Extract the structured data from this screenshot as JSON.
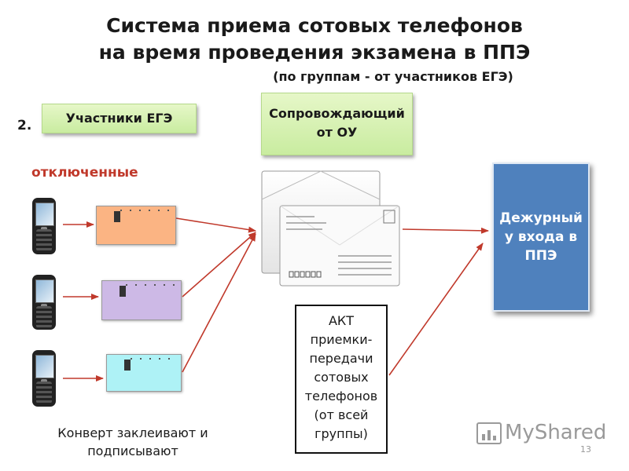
{
  "title_line1": "Система приема сотовых телефонов",
  "title_line2": "на время проведения экзамена в ППЭ",
  "subtitle": "(по группам  -  от участников ЕГЭ)",
  "step_number": "2.",
  "participants_label": "Участники ЕГЭ",
  "escort_label_line1": "Сопровождающий",
  "escort_label_line2": "от ОУ",
  "off_label": "отключенные",
  "duty_label_line1": "Дежурный",
  "duty_label_line2": "у входа в",
  "duty_label_line3": "ППЭ",
  "act_lines": [
    "АКТ",
    "приемки-",
    "передачи",
    "сотовых",
    "телефонов",
    "(от всей",
    "группы)"
  ],
  "caption_line1": "Конверт заклеивают и",
  "caption_line2": "подписывают",
  "envelope_colors": [
    "#fbb483",
    "#cdb9e6",
    "#aef2f6"
  ],
  "arrow_color": "#c0392b",
  "logo_text": "MyShared",
  "page_number": "13"
}
